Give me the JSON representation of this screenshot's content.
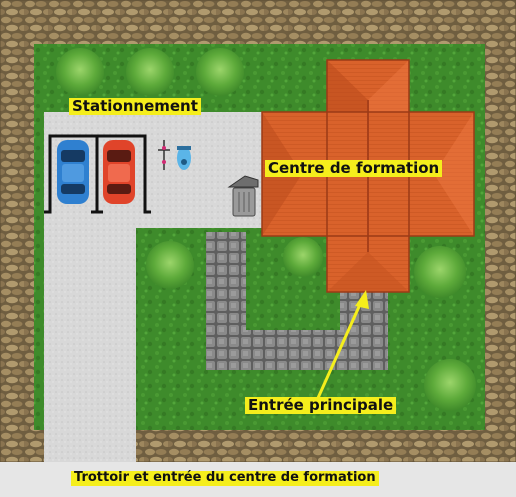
{
  "labels": {
    "parking": "Stationnement",
    "building": "Centre de formation",
    "main_entrance": "Entrée principale",
    "sidewalk": "Trottoir et entrée du centre de formation"
  },
  "colors": {
    "label_background": "#f5ee1c",
    "arrow": "#f5ee1c",
    "lawn": "#3f8a2a",
    "stone_wall": "#8f7a55",
    "pavement": "#d9d9d9",
    "path_cobble": "#7a7a7a",
    "roof": "#d55a25",
    "car_blue": "#2f80d0",
    "car_red": "#e0442a"
  },
  "icons": {
    "cars": [
      "car-blue-icon",
      "car-red-icon"
    ],
    "bicycle": "bicycle-icon",
    "scooter": "scooter-icon",
    "trash": "trash-can-icon",
    "trees": [
      "tree-icon",
      "tree-icon",
      "tree-icon",
      "tree-icon",
      "tree-icon",
      "tree-icon",
      "tree-icon"
    ]
  }
}
